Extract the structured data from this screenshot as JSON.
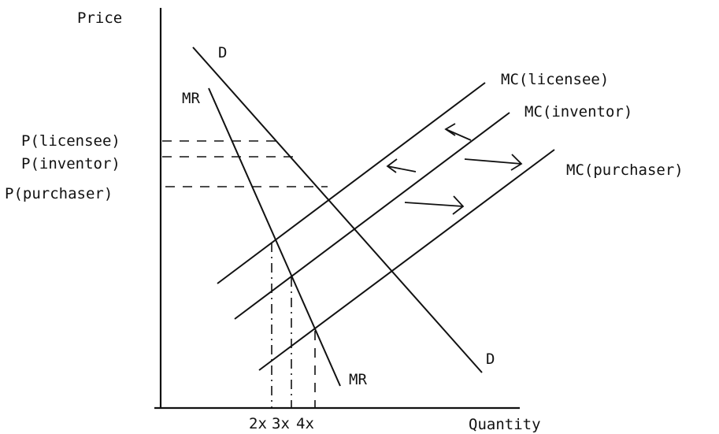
{
  "axes": {
    "y_label": "Price",
    "x_label": "Quantity"
  },
  "curves": {
    "demand_top": "D",
    "demand_bottom": "D",
    "mr_top": "MR",
    "mr_bottom": "MR",
    "mc_licensee": "MC(licensee)",
    "mc_inventor": "MC(inventor)",
    "mc_purchaser": "MC(purchaser)"
  },
  "price_labels": {
    "licensee": "P(licensee)",
    "inventor": "P(inventor)",
    "purchaser": "P(purchaser)"
  },
  "quantity_labels": {
    "q2": "2x",
    "q3": "3x",
    "q4": "4x"
  },
  "colors": {
    "ink": "#111111",
    "background": "#ffffff"
  }
}
